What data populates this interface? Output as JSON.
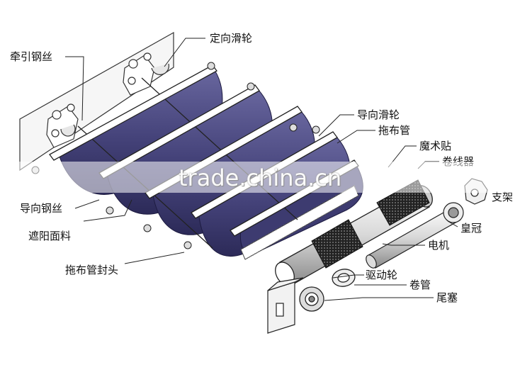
{
  "diagram": {
    "labels": {
      "fixed_pulley": "定向滑轮",
      "traction_wire": "牵引钢丝",
      "guide_pulley": "导向滑轮",
      "fabric_tube": "拖布管",
      "velcro": "魔术贴",
      "winder": "卷线器",
      "bracket": "支架",
      "crown": "皇冠",
      "motor": "电机",
      "guide_wire": "导向钢丝",
      "shade_fabric": "遮阳面料",
      "tube_end_cap": "拖布管封头",
      "drive_wheel": "驱动轮",
      "roll_tube": "卷管",
      "tail_plug": "尾塞"
    },
    "watermark": "trade.china.cn",
    "colors": {
      "fabric": "#4a4880",
      "fabric_dark": "#2f2d5c",
      "line": "#222222",
      "wall": "#f4f4f4"
    }
  }
}
